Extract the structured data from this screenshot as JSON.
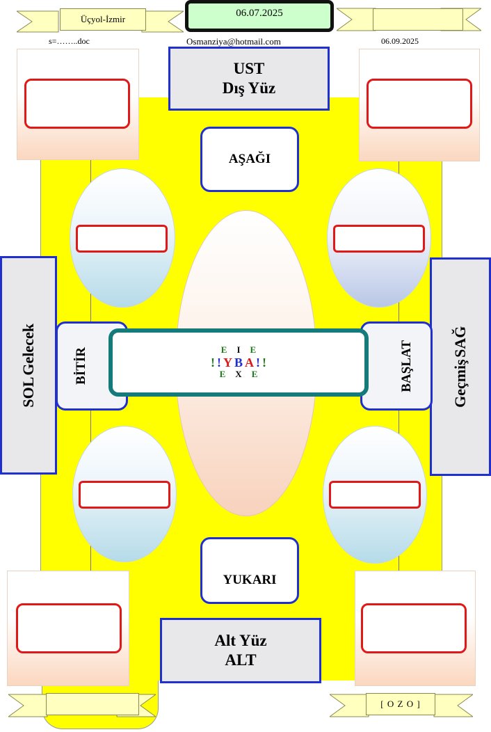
{
  "header": {
    "location": "Üçyol-İzmir",
    "date_main": "06.07.2025",
    "file_name": "s=……..doc",
    "email": "Osmanziya@hotmail.com",
    "date_right": "06.09.2025"
  },
  "top_box": {
    "line1": "UST",
    "line2": "Dış Yüz"
  },
  "bottom_box": {
    "line1": "Alt Yüz",
    "line2": "ALT"
  },
  "down_box": "AŞAĞI",
  "up_box": "YUKARI",
  "left_side": {
    "line1": "SOL",
    "line2": "Gelecek"
  },
  "right_side": {
    "line1": "Geçmiş",
    "line2": "SAĞ"
  },
  "finish_label": "BİTİR",
  "start_label": "BAŞLAT",
  "center": {
    "top_row": [
      "E",
      "I",
      "E"
    ],
    "middle_row": [
      {
        "t": "!",
        "c": "#1a7a1a"
      },
      {
        "t": "!",
        "c": "#1f2fd0"
      },
      {
        "t": "Y",
        "c": "#e01818"
      },
      {
        "t": "B",
        "c": "#1f2fd0"
      },
      {
        "t": "A",
        "c": "#e01818"
      },
      {
        "t": "!",
        "c": "#1f2fd0"
      },
      {
        "t": "!",
        "c": "#1a7a1a"
      }
    ],
    "bottom_row": [
      "E",
      "X",
      "E"
    ]
  },
  "footer_code": "[ O Z O ]",
  "colors": {
    "yellow": "#ffff00",
    "blue": "#1f2fd0",
    "red": "#e01818",
    "teal": "#147a7a",
    "green": "#1a7a1a"
  }
}
